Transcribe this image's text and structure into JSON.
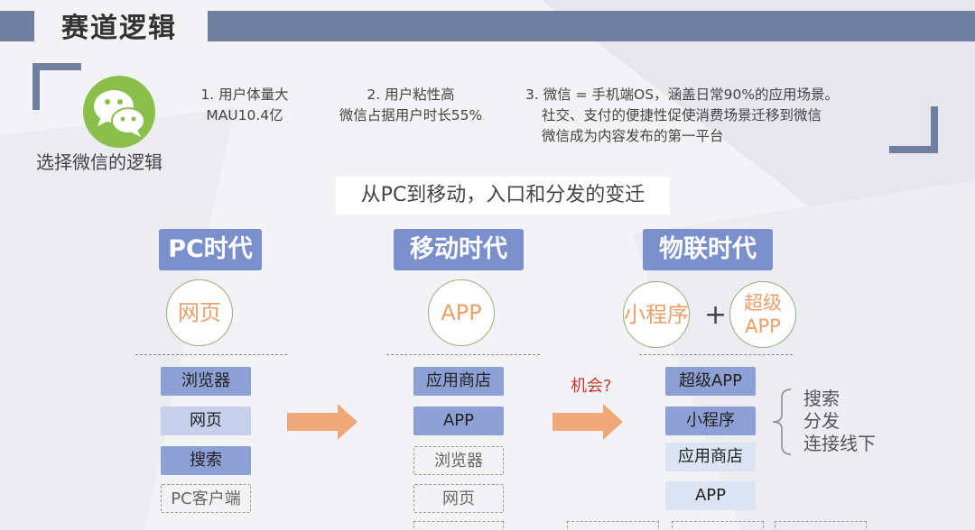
{
  "title": "赛道逻辑",
  "wechat_caption": "选择微信的逻辑",
  "reasons": [
    {
      "lines": [
        "1. 用户体量大",
        "MAU10.4亿"
      ]
    },
    {
      "lines": [
        "2. 用户粘性高",
        "微信占据用户时长55%"
      ]
    },
    {
      "lines": [
        "3. 微信 = 手机端OS，涵盖日常90%的应用场景。",
        "社交、支付的便捷性促使消费场景迁移到微信",
        "微信成为内容发布的第一平台"
      ]
    }
  ],
  "subtitle": "从PC到移动，入口和分发的变迁",
  "eras": [
    {
      "name": "PC时代",
      "circle": "网页",
      "tags": [
        "浏览器",
        "网页",
        "搜索",
        "PC客户端"
      ]
    },
    {
      "name": "移动时代",
      "circle": "APP",
      "tags": [
        "应用商店",
        "APP",
        "浏览器",
        "网页"
      ]
    },
    {
      "name": "物联时代",
      "circle": "小程序",
      "circle2": [
        "超级",
        "APP"
      ],
      "plus": "+",
      "tags": [
        "超级APP",
        "小程序",
        "应用商店",
        "APP"
      ]
    }
  ],
  "chance_label": "机会?",
  "bracket_items": [
    "搜索",
    "分发",
    "连接线下"
  ],
  "colors": {
    "accent": "#6e7fa0",
    "era": "#7b8fcb",
    "tag": "#8da0d5",
    "arrow": "#f0a878",
    "circle_text": "#e9a06a"
  }
}
